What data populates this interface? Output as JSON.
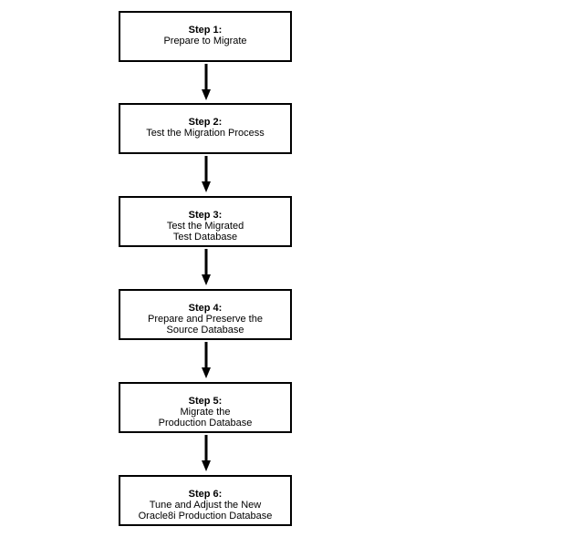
{
  "steps": [
    {
      "title": "Step 1:",
      "lines": [
        "Prepare to Migrate"
      ]
    },
    {
      "title": "Step 2:",
      "lines": [
        "Test the Migration Process"
      ]
    },
    {
      "title": "Step 3:",
      "lines": [
        "Test the Migrated",
        "Test Database"
      ]
    },
    {
      "title": "Step 4:",
      "lines": [
        "Prepare and Preserve the",
        "Source Database"
      ]
    },
    {
      "title": "Step 5:",
      "lines": [
        "Migrate the",
        "Production Database"
      ]
    },
    {
      "title": "Step 6:",
      "lines": [
        "Tune and Adjust the New",
        "Oracle8i Production Database"
      ]
    }
  ],
  "connector_color": "#000000"
}
